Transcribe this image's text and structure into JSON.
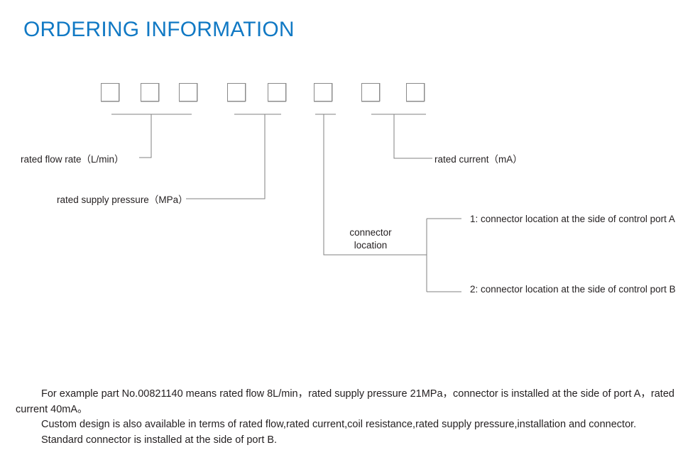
{
  "page": {
    "title": "ORDERING INFORMATION",
    "title_color": "#1179C4",
    "text_color": "#231F20",
    "box_border_color": "#8A8A8A",
    "line_color": "#808080",
    "background": "#FFFFFF"
  },
  "part_code": {
    "description": "Eight blank code digit boxes forming the ordering part number",
    "box_count": 8,
    "boxes": [
      {
        "index": 1,
        "value": "",
        "group": "rated-flow-rate"
      },
      {
        "index": 2,
        "value": "",
        "group": "rated-flow-rate"
      },
      {
        "index": 3,
        "value": "",
        "group": "rated-flow-rate"
      },
      {
        "index": 4,
        "value": "",
        "group": "rated-supply-pressure"
      },
      {
        "index": 5,
        "value": "",
        "group": "rated-supply-pressure"
      },
      {
        "index": 6,
        "value": "",
        "group": "connector-location"
      },
      {
        "index": 7,
        "value": "",
        "group": "rated-current"
      },
      {
        "index": 8,
        "value": "",
        "group": "rated-current"
      }
    ]
  },
  "callouts": {
    "flow_rate": "rated flow rate（L/min）",
    "supply_pressure": "rated supply pressure（MPa）",
    "rated_current": "rated current（mA）",
    "connector_location_line1": "connector",
    "connector_location_line2": "location"
  },
  "connector_options": [
    {
      "code": "1",
      "label": "1: connector location at the side of control port A"
    },
    {
      "code": "2",
      "label": "2: connector location at the side of control port B"
    }
  ],
  "notes": [
    "For example part No.00821140 means rated flow 8L/min，rated supply pressure 21MPa，connector is installed at the side of port A，rated current 40mA。",
    "Custom design is also available in terms of rated flow,rated current,coil resistance,rated supply pressure,installation and connector.",
    "Standard connector is installed at the side of port B."
  ]
}
